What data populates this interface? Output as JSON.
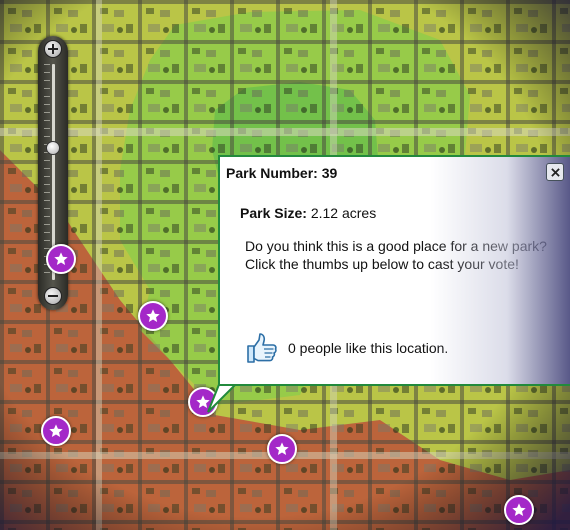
{
  "map": {
    "zoom": {
      "level_fraction": 0.38
    },
    "colors": {
      "marker_fill": "#a428c8",
      "marker_ring": "#ffffff",
      "popup_border": "#228a3c",
      "inner_zone": "#7fd24a",
      "outer_zone": "#d2e038",
      "far_zone": "#c85a2e"
    },
    "markers": [
      {
        "id": "upper-left"
      },
      {
        "id": "middle"
      },
      {
        "id": "selected"
      },
      {
        "id": "lower-left"
      },
      {
        "id": "lower-middle"
      },
      {
        "id": "bottom-right"
      }
    ]
  },
  "popup": {
    "park_number_label": "Park Number:",
    "park_number_value": "39",
    "park_size_label": "Park Size:",
    "park_size_value": "2.12 acres",
    "message": "Do you think this is a good place for a new park? Click the thumbs up below to cast your vote!",
    "like_count_text": "0 people like this location.",
    "icons": {
      "close": "close-icon",
      "like": "thumbs-up-icon",
      "marker": "star-icon"
    }
  }
}
